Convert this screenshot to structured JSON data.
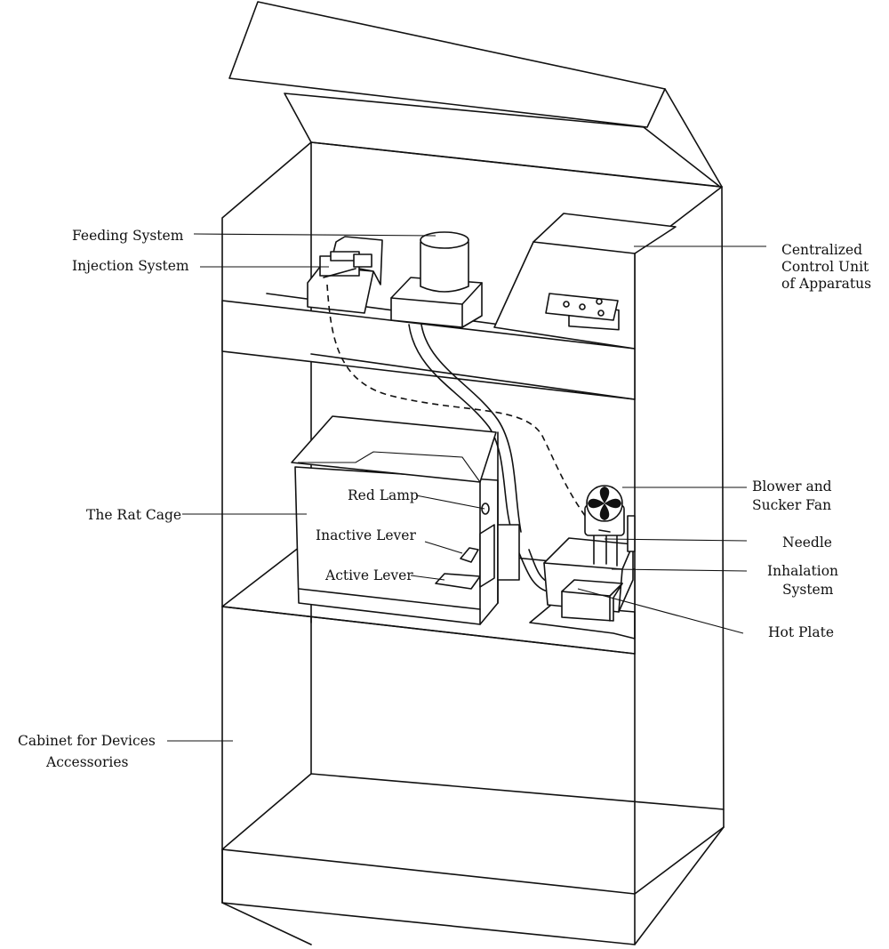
{
  "labels": {
    "feeding": "Feeding System",
    "injection": "Injection System",
    "control_l1": "Centralized",
    "control_l2": "Control Unit",
    "control_l3": "of Apparatus",
    "rat_cage": "The Rat Cage",
    "red_lamp": "Red Lamp",
    "inactive_lever": "Inactive Lever",
    "active_lever": "Active Lever",
    "blower_l1": "Blower and",
    "blower_l2": "Sucker Fan",
    "needle": "Needle",
    "inhalation_l1": "Inhalation",
    "inhalation_l2": "System",
    "hot_plate": "Hot Plate",
    "cabinet_l1": "Cabinet for Devices",
    "cabinet_l2": "Accessories"
  },
  "colors": {
    "ink": "#111111",
    "background": "#ffffff"
  }
}
